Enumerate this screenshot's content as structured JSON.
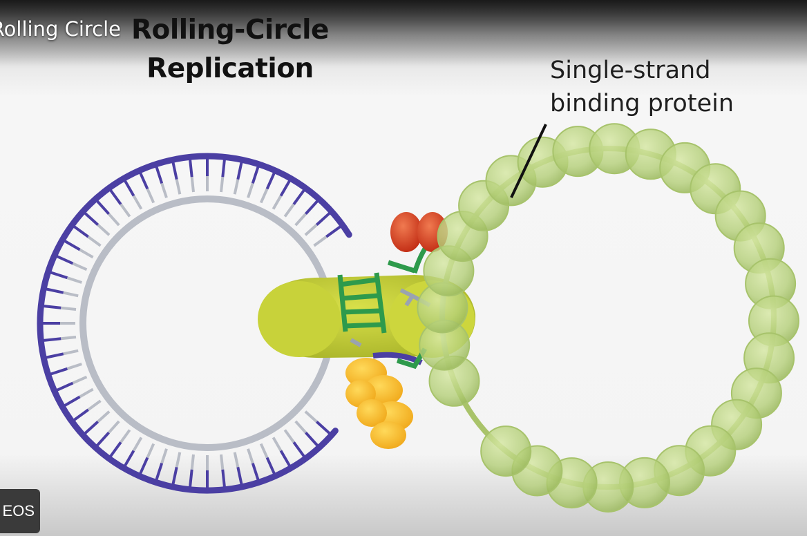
{
  "video": {
    "title": "Rolling Circle",
    "more_videos_label": "EOS"
  },
  "diagram": {
    "title_line1": "Rolling-Circle",
    "title_line2": "Replication",
    "ssb_label_line1": "Single-strand",
    "ssb_label_line2": "binding protein"
  },
  "colors": {
    "outer_strand": "#4b3fa3",
    "inner_strand": "#b9bdc6",
    "new_strand": "#2e9a4c",
    "polymerase": "#c9d63a",
    "helicase": "#f2c021",
    "primase": "#d43a1f",
    "ssb": "#b8d47e"
  }
}
